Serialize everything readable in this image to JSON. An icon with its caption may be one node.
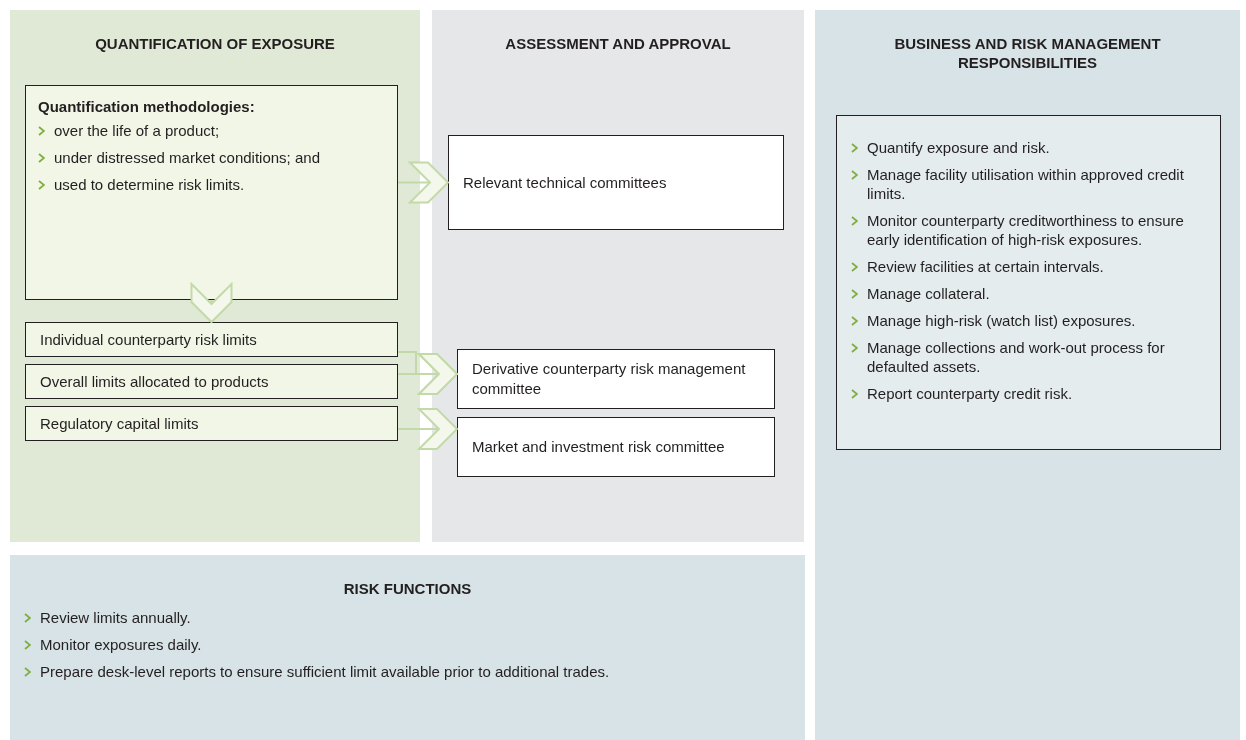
{
  "diagram": {
    "nodes": [
      {
        "text": [
          "QUANTIFICATION OF EXPOSURE"
        ]
      },
      {
        "text": [
          "Quantification methodologies:",
          "over the life of a product;",
          "under distressed market conditions; and",
          "used to determine risk limits."
        ],
        "in": 0
      },
      {
        "text": [
          "Individual counterparty risk limits"
        ],
        "in": 0
      },
      {
        "text": [
          "Overall limits allocated to products"
        ],
        "in": 0
      },
      {
        "text": [
          "Regulatory capital limits"
        ],
        "in": 0
      },
      {
        "text": [
          "ASSESSMENT AND APPROVAL"
        ]
      },
      {
        "text": [
          "Relevant technical committees"
        ],
        "in": 5
      },
      {
        "text": [
          "Derivative counterparty risk management committee"
        ],
        "in": 5
      },
      {
        "text": [
          "Market and investment risk committee"
        ],
        "in": 5
      },
      {
        "text": [
          "BUSINESS AND RISK MANAGEMENT RESPONSIBILITIES"
        ]
      },
      {
        "text": [
          "Quantify exposure and risk.",
          "Manage facility utilisation within approved credit limits.",
          "Monitor counterparty creditworthiness to ensure early identification of high-risk exposures.",
          "Review facilities at certain intervals.",
          "Manage collateral.",
          "Manage high-risk (watch list) exposures.",
          "Manage collections and work-out process for defaulted assets.",
          "Report counterparty credit risk."
        ],
        "in": 9
      },
      {
        "text": [
          "RISK FUNCTIONS",
          "Review limits annually.",
          "Monitor exposures daily.",
          "Prepare desk-level reports to ensure sufficient limit available prior to additional trades."
        ]
      }
    ],
    "edges": [
      {
        "from": 1,
        "to": 6,
        "arrow": "to"
      },
      {
        "from": 1,
        "to": 2,
        "arrow": "to"
      },
      {
        "from": 2,
        "to": 7,
        "arrow": "to"
      },
      {
        "from": 3,
        "to": 7,
        "arrow": "to"
      },
      {
        "from": 4,
        "to": 8,
        "arrow": "to"
      }
    ]
  }
}
